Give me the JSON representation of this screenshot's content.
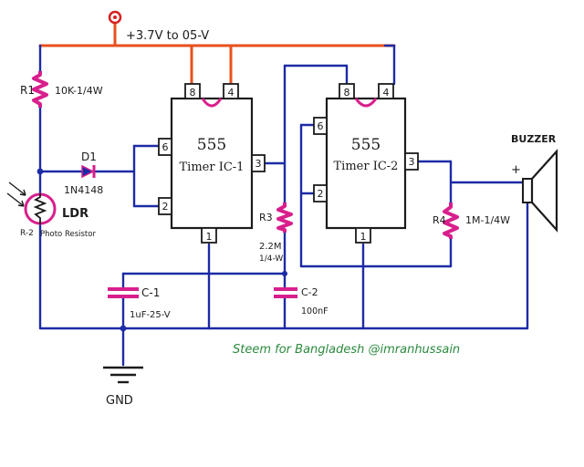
{
  "supply": {
    "label": "+3.7V to 05-V"
  },
  "ground": {
    "label": "GND"
  },
  "resistors": {
    "r1": {
      "ref": "R1",
      "value": "10K-1/4W"
    },
    "r2": {
      "ref": "R-2",
      "name": "LDR",
      "desc": "Photo Resistor"
    },
    "r3": {
      "ref": "R3",
      "value": "2.2M",
      "watt": "1/4-W"
    },
    "r4": {
      "ref": "R4",
      "value": "1M-1/4W"
    }
  },
  "diode": {
    "ref": "D1",
    "value": "1N4148"
  },
  "capacitors": {
    "c1": {
      "ref": "C-1",
      "value": "1uF-25-V"
    },
    "c2": {
      "ref": "C-2",
      "value": "100nF"
    }
  },
  "ic1": {
    "number": "555",
    "name": "Timer IC-1",
    "pins": {
      "p8": "8",
      "p4": "4",
      "p6": "6",
      "p2": "2",
      "p3": "3",
      "p1": "1"
    }
  },
  "ic2": {
    "number": "555",
    "name": "Timer IC-2",
    "pins": {
      "p8": "8",
      "p4": "4",
      "p6": "6",
      "p2": "2",
      "p3": "3",
      "p1": "1"
    }
  },
  "buzzer": {
    "label": "BUZZER",
    "plus": "+"
  },
  "credit": "Steem for Bangladesh @imranhussain",
  "colors": {
    "supply_wire": "#e8501e",
    "signal_wire": "#1c2ba6",
    "resistor": "#d81f8c",
    "capacitor": "#d81f8c",
    "ic_notch": "#d81f8c",
    "text": "#1b1b1b",
    "credit": "#2b8a3e"
  }
}
